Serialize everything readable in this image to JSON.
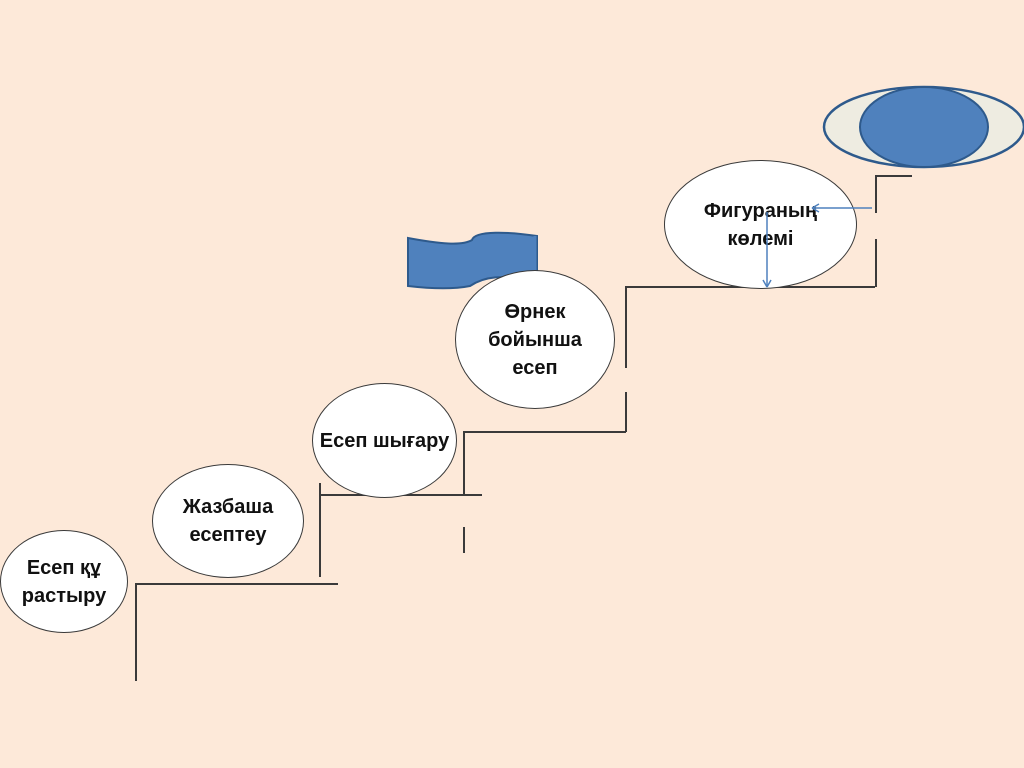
{
  "colors": {
    "background": "#fde9d9",
    "line": "#3a3a3a",
    "step_fill": "#ffffff",
    "flag_fill": "#4f81bd",
    "flag_stroke": "#2e5a8c",
    "goal_outer_fill": "#eeece1",
    "goal_inner_fill": "#4f81bd",
    "arrow": "#4f81bd"
  },
  "steps": [
    {
      "label": "Есеп құ\nрастыру"
    },
    {
      "label": "Жазбаша\nесептеу"
    },
    {
      "label": "Есеп шығару"
    },
    {
      "label": "Өрнек\nбойынша\nесеп"
    },
    {
      "label": "Фигураның\nкөлемі"
    }
  ],
  "icons": {
    "flag": "flag-icon",
    "goal": "target-eye-icon",
    "arrows": "arrow-icon"
  }
}
